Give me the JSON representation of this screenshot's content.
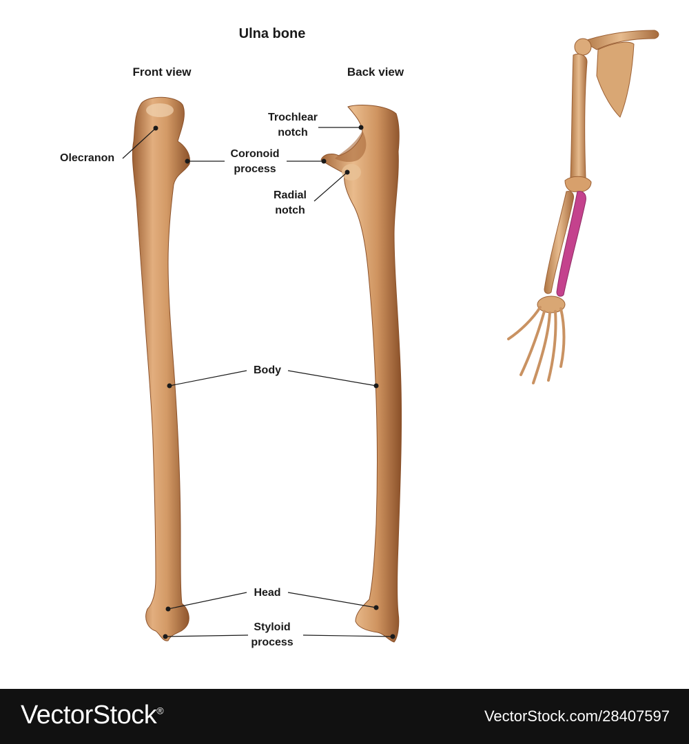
{
  "title": "Ulna bone",
  "views": {
    "front": "Front view",
    "back": "Back view"
  },
  "labels": {
    "olecranon": "Olecranon",
    "trochlear_line1": "Trochlear",
    "trochlear_line2": "notch",
    "coronoid_line1": "Coronoid",
    "coronoid_line2": "process",
    "radial_line1": "Radial",
    "radial_line2": "notch",
    "body": "Body",
    "head": "Head",
    "styloid_line1": "Styloid",
    "styloid_line2": "process"
  },
  "footer": {
    "brand": "VectorStock",
    "registered": "®",
    "id_text": "VectorStock.com/28407597"
  },
  "colors": {
    "bone": "#c98a55",
    "bone_light": "#e8b98a",
    "bone_dark": "#9b5f33",
    "highlight_ulna": "#c4428d",
    "footer_bg": "#111111"
  }
}
